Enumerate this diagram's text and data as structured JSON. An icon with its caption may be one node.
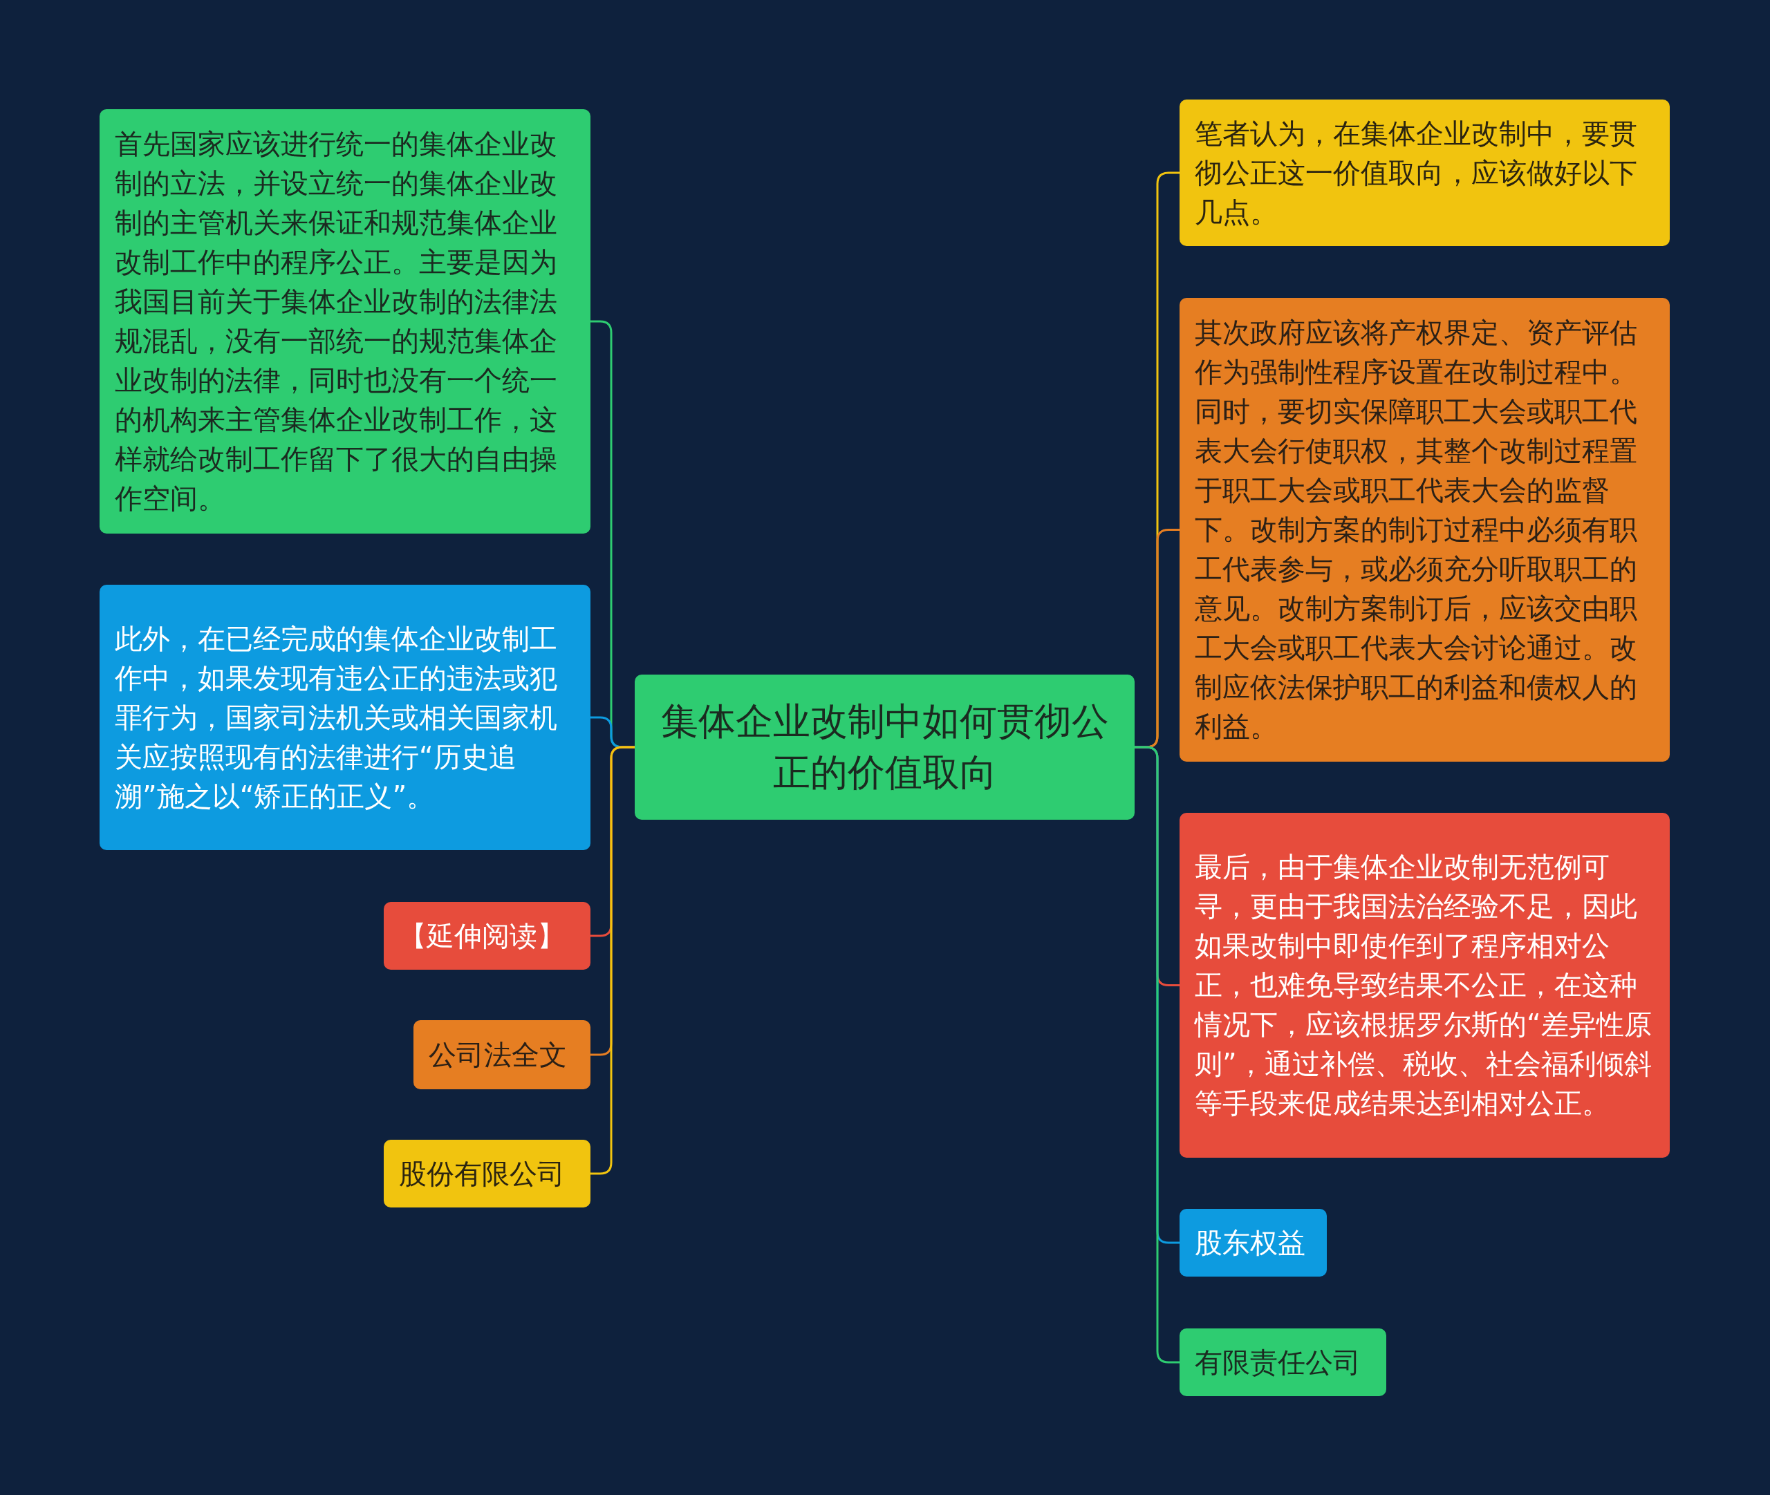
{
  "diagram": {
    "nodes": [
      {
        "text": [
          "集体企业改制中如何贯彻公正的价值取向"
        ]
      },
      {
        "text": [
          "首先国家应该进行统一的集体企业改制的立法，并设立统一的集体企业改制的主管机关来保证和规范集体企业改制工作中的程序公正。主要是因为我国目前关于集体企业改制的法律法规混乱，没有一部统一的规范集体企业改制的法律，同时也没有一个统一的机构来主管集体企业改制工作，这样就给改制工作留下了很大的自由操作空间。"
        ]
      },
      {
        "text": [
          "此外，在已经完成的集体企业改制工作中，如果发现有违公正的违法或犯罪行为，国家司法机关或相关国家机关应按照现有的法律进行“历史追溯”施之以“矫正的正义”。"
        ]
      },
      {
        "text": [
          "【延伸阅读】"
        ]
      },
      {
        "text": [
          "公司法全文"
        ]
      },
      {
        "text": [
          "股份有限公司"
        ]
      },
      {
        "text": [
          "笔者认为，在集体企业改制中，要贯彻公正这一价值取向，应该做好以下几点。"
        ]
      },
      {
        "text": [
          "其次政府应该将产权界定、资产评估作为强制性程序设置在改制过程中。同时，要切实保障职工大会或职工代表大会行使职权，其整个改制过程置于职工大会或职工代表大会的监督下。改制方案的制订过程中必须有职工代表参与，或必须充分听取职工的意见。改制方案制订后，应该交由职工大会或职工代表大会讨论通过。改制应依法保护职工的利益和债权人的利益。"
        ]
      },
      {
        "text": [
          "最后，由于集体企业改制无范例可寻，更由于我国法治经验不足，因此如果改制中即使作到了程序相对公正，也难免导致结果不公正，在这种情况下，应该根据罗尔斯的“差异性原则”，通过补偿、税收、社会福利倾斜等手段来促成结果达到相对公正。"
        ]
      },
      {
        "text": [
          "股东权益"
        ]
      },
      {
        "text": [
          "有限责任公司"
        ]
      }
    ],
    "edges": [
      {
        "from": 0,
        "to": 1,
        "arrow": "none",
        "color": "#2ecc71"
      },
      {
        "from": 0,
        "to": 2,
        "arrow": "none",
        "color": "#0d9be0"
      },
      {
        "from": 0,
        "to": 3,
        "arrow": "none",
        "color": "#e74c3c"
      },
      {
        "from": 0,
        "to": 4,
        "arrow": "none",
        "color": "#e67e22"
      },
      {
        "from": 0,
        "to": 5,
        "arrow": "none",
        "color": "#f1c40f"
      },
      {
        "from": 0,
        "to": 6,
        "arrow": "none",
        "color": "#f1c40f"
      },
      {
        "from": 0,
        "to": 7,
        "arrow": "none",
        "color": "#e67e22"
      },
      {
        "from": 0,
        "to": 8,
        "arrow": "none",
        "color": "#e74c3c"
      },
      {
        "from": 0,
        "to": 9,
        "arrow": "none",
        "color": "#0d9be0"
      },
      {
        "from": 0,
        "to": 10,
        "arrow": "none",
        "color": "#2ecc71"
      }
    ]
  }
}
